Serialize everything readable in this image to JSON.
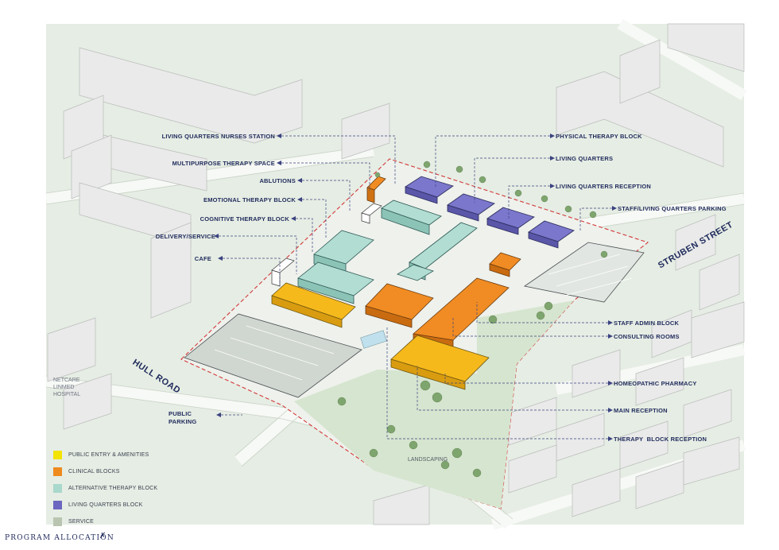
{
  "labels_left": [
    {
      "id": "nurses",
      "text": "LIVING QUARTERS NURSES STATION"
    },
    {
      "id": "multipurpose",
      "text": "MULTIPURPOSE THERAPY SPACE"
    },
    {
      "id": "ablutions",
      "text": "ABLUTIONS"
    },
    {
      "id": "emotional",
      "text": "EMOTIONAL THERAPY BLOCK"
    },
    {
      "id": "cognitive",
      "text": "COGNITIVE THERAPY BLOCK"
    },
    {
      "id": "delivery",
      "text": "DELIVERY/SERVICE"
    },
    {
      "id": "cafe",
      "text": "CAFE"
    },
    {
      "id": "public_parking",
      "text": "PUBLIC\nPARKING"
    }
  ],
  "labels_right": [
    {
      "id": "physical",
      "text": "PHYSICAL THERAPY BLOCK"
    },
    {
      "id": "living",
      "text": "LIVING QUARTERS"
    },
    {
      "id": "living_reception",
      "text": "LIVING QUARTERS RECEPTION"
    },
    {
      "id": "staff_parking",
      "text": "STAFF/LIVING QUARTERS PARKING"
    },
    {
      "id": "staff_admin",
      "text": "STAFF ADMIN BLOCK"
    },
    {
      "id": "consulting",
      "text": "CONSULTING ROOMS"
    },
    {
      "id": "homeopathic",
      "text": "HOMEOPATHIC PHARMACY"
    },
    {
      "id": "main_reception",
      "text": "MAIN RECEPTION"
    },
    {
      "id": "therapy_reception",
      "text": "THERAPY  BLOCK RECEPTION"
    }
  ],
  "streets": {
    "hull": "HULL ROAD",
    "struben": "STRUBEN STREET"
  },
  "hospital": "NETCARE\nLINMED\nHOSPITAL",
  "landscaping": "LANDSCAPING",
  "legend": [
    {
      "label": "PUBLIC ENTRY & AMENITIES",
      "color": "#f2e400"
    },
    {
      "label": "CLINICAL BLOCKS",
      "color": "#ee8a1e"
    },
    {
      "label": "ALTERNATIVE THERAPY BLOCK",
      "color": "#a9d8cc"
    },
    {
      "label": "LIVING QUARTERS BLOCK",
      "color": "#6b66c0"
    },
    {
      "label": "SERVICE",
      "color": "#b9c5b0"
    }
  ],
  "title": "PROGRAM ALLOCATION",
  "colors": {
    "navy": "#1f2a5c",
    "yellow": "#f4b71c",
    "orange": "#ee8a1e",
    "teal": "#a9d8cc",
    "purple": "#6b66c0",
    "ground": "#e4ebe2",
    "green": "#cfe0c7",
    "boundary": "#d23a3a"
  }
}
